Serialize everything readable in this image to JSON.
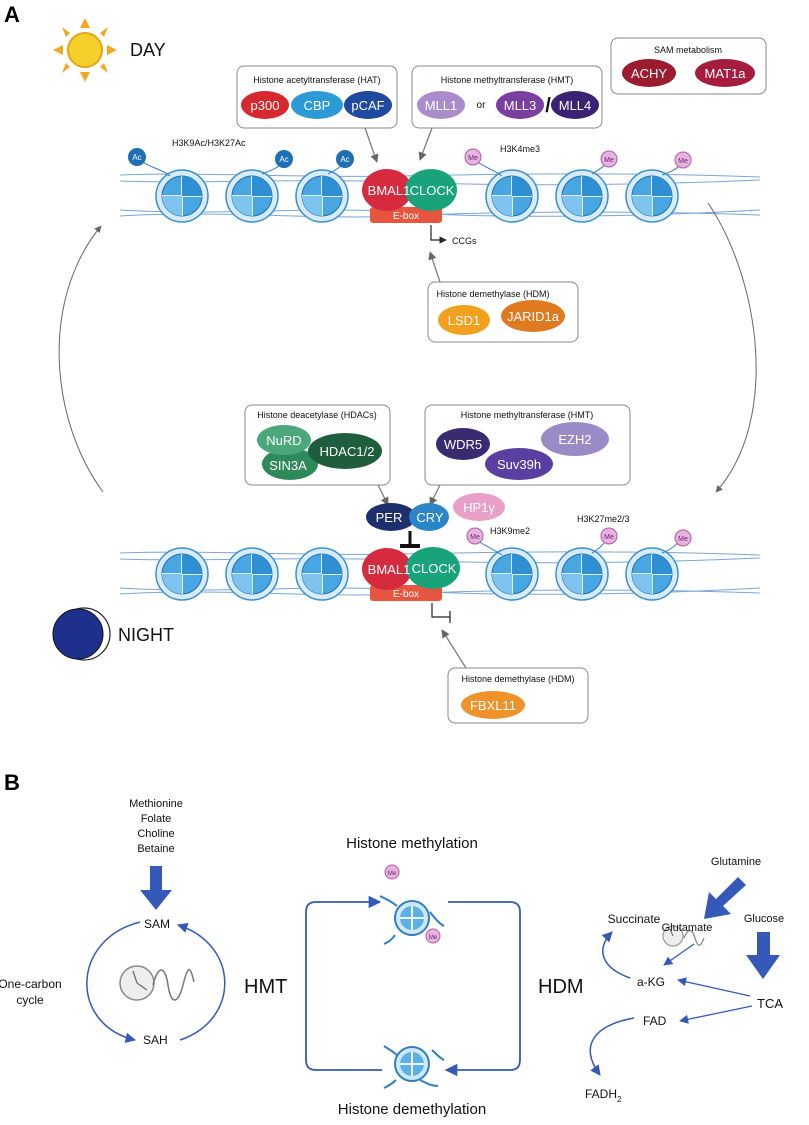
{
  "panel_a": {
    "label": "A",
    "day_label": "DAY",
    "night_label": "NIGHT",
    "hat_box": {
      "title": "Histone acetyltransferase (HAT)",
      "items": [
        "p300",
        "CBP",
        "pCAF"
      ]
    },
    "hmt_day_box": {
      "title": "Histone methyltransferase (HMT)",
      "items": [
        "MLL1",
        "MLL3",
        "MLL4"
      ],
      "or_text": "or",
      "slash_text": "/"
    },
    "sam_box": {
      "title": "SAM metabolism",
      "items": [
        "ACHY",
        "MAT1a"
      ]
    },
    "day_marks": {
      "acetyl": "H3K9Ac/H3K27Ac",
      "methyl": "H3K4me3",
      "ac_badge": "Ac",
      "me_badge": "Me"
    },
    "day_complex": {
      "bmal1": "BMAL1",
      "clock": "CLOCK",
      "ebox": "E-box"
    },
    "ccgs_label": "CCGs",
    "hdm_day_box": {
      "title": "Histone demethylase (HDM)",
      "items": [
        "LSD1",
        "JARID1a"
      ]
    },
    "hdac_box": {
      "title": "Histone deacetylase (HDACs)",
      "items": [
        "NuRD",
        "HDAC1/2",
        "SIN3A"
      ]
    },
    "hmt_night_box": {
      "title": "Histone methyltransferase (HMT)",
      "items": [
        "WDR5",
        "EZH2",
        "Suv39h"
      ]
    },
    "night_complex": {
      "per": "PER",
      "cry": "CRY",
      "hp1": "HP1γ",
      "bmal1": "BMAL1",
      "clock": "CLOCK",
      "ebox": "E-box"
    },
    "night_marks": {
      "h3k9": "H3K9me2",
      "h3k27": "H3K27me2/3"
    },
    "hdm_night_box": {
      "title": "Histone demethylase (HDM)",
      "items": [
        "FBXL11"
      ]
    }
  },
  "panel_b": {
    "label": "B",
    "nutrients": [
      "Methionine",
      "Folate",
      "Choline",
      "Betaine"
    ],
    "sam": "SAM",
    "sah": "SAH",
    "one_carbon": [
      "One-carbon",
      "cycle"
    ],
    "hmt": "HMT",
    "hdm": "HDM",
    "histone_methylation": "Histone methylation",
    "histone_demethylation": "Histone demethylation",
    "me_badge": "Me",
    "glutamine": "Glutamine",
    "glutamate": "Glutamate",
    "glucose": "Glucose",
    "succinate": "Succinate",
    "akg": "a-KG",
    "fad": "FAD",
    "tca": "TCA",
    "fadh2": "FADH",
    "fadh2_sub": "2"
  },
  "colors": {
    "p300": "#d6282e",
    "cbp": "#2b9ad6",
    "pcaf": "#1f4aa0",
    "mll1": "#a98cc9",
    "mll3": "#7b3fa0",
    "mll4": "#3a2275",
    "achy": "#9b1b2f",
    "mat1a": "#a51c3e",
    "bmal1": "#d62a3e",
    "clock": "#19a37a",
    "ebox": "#e8553e",
    "lsd1": "#f0a21f",
    "jarid1a": "#e07a20",
    "nurd": "#4aa87a",
    "hdac12": "#1e5e3c",
    "sin3a": "#2e8a5a",
    "wdr5": "#3a2a70",
    "ezh2": "#9a8ac6",
    "suv39h": "#5a3fa0",
    "per": "#1f2f6e",
    "cry": "#2b86c9",
    "hp1": "#e8a0c8",
    "fbxl11": "#f0922a",
    "ac_badge": "#1f6fb3",
    "me_badge": "#c88ac8",
    "nucleosome": "#3aa0e0",
    "arrow_blue": "#3459b8",
    "moon": "#1f2f8c",
    "sun": "#f2c21f"
  }
}
